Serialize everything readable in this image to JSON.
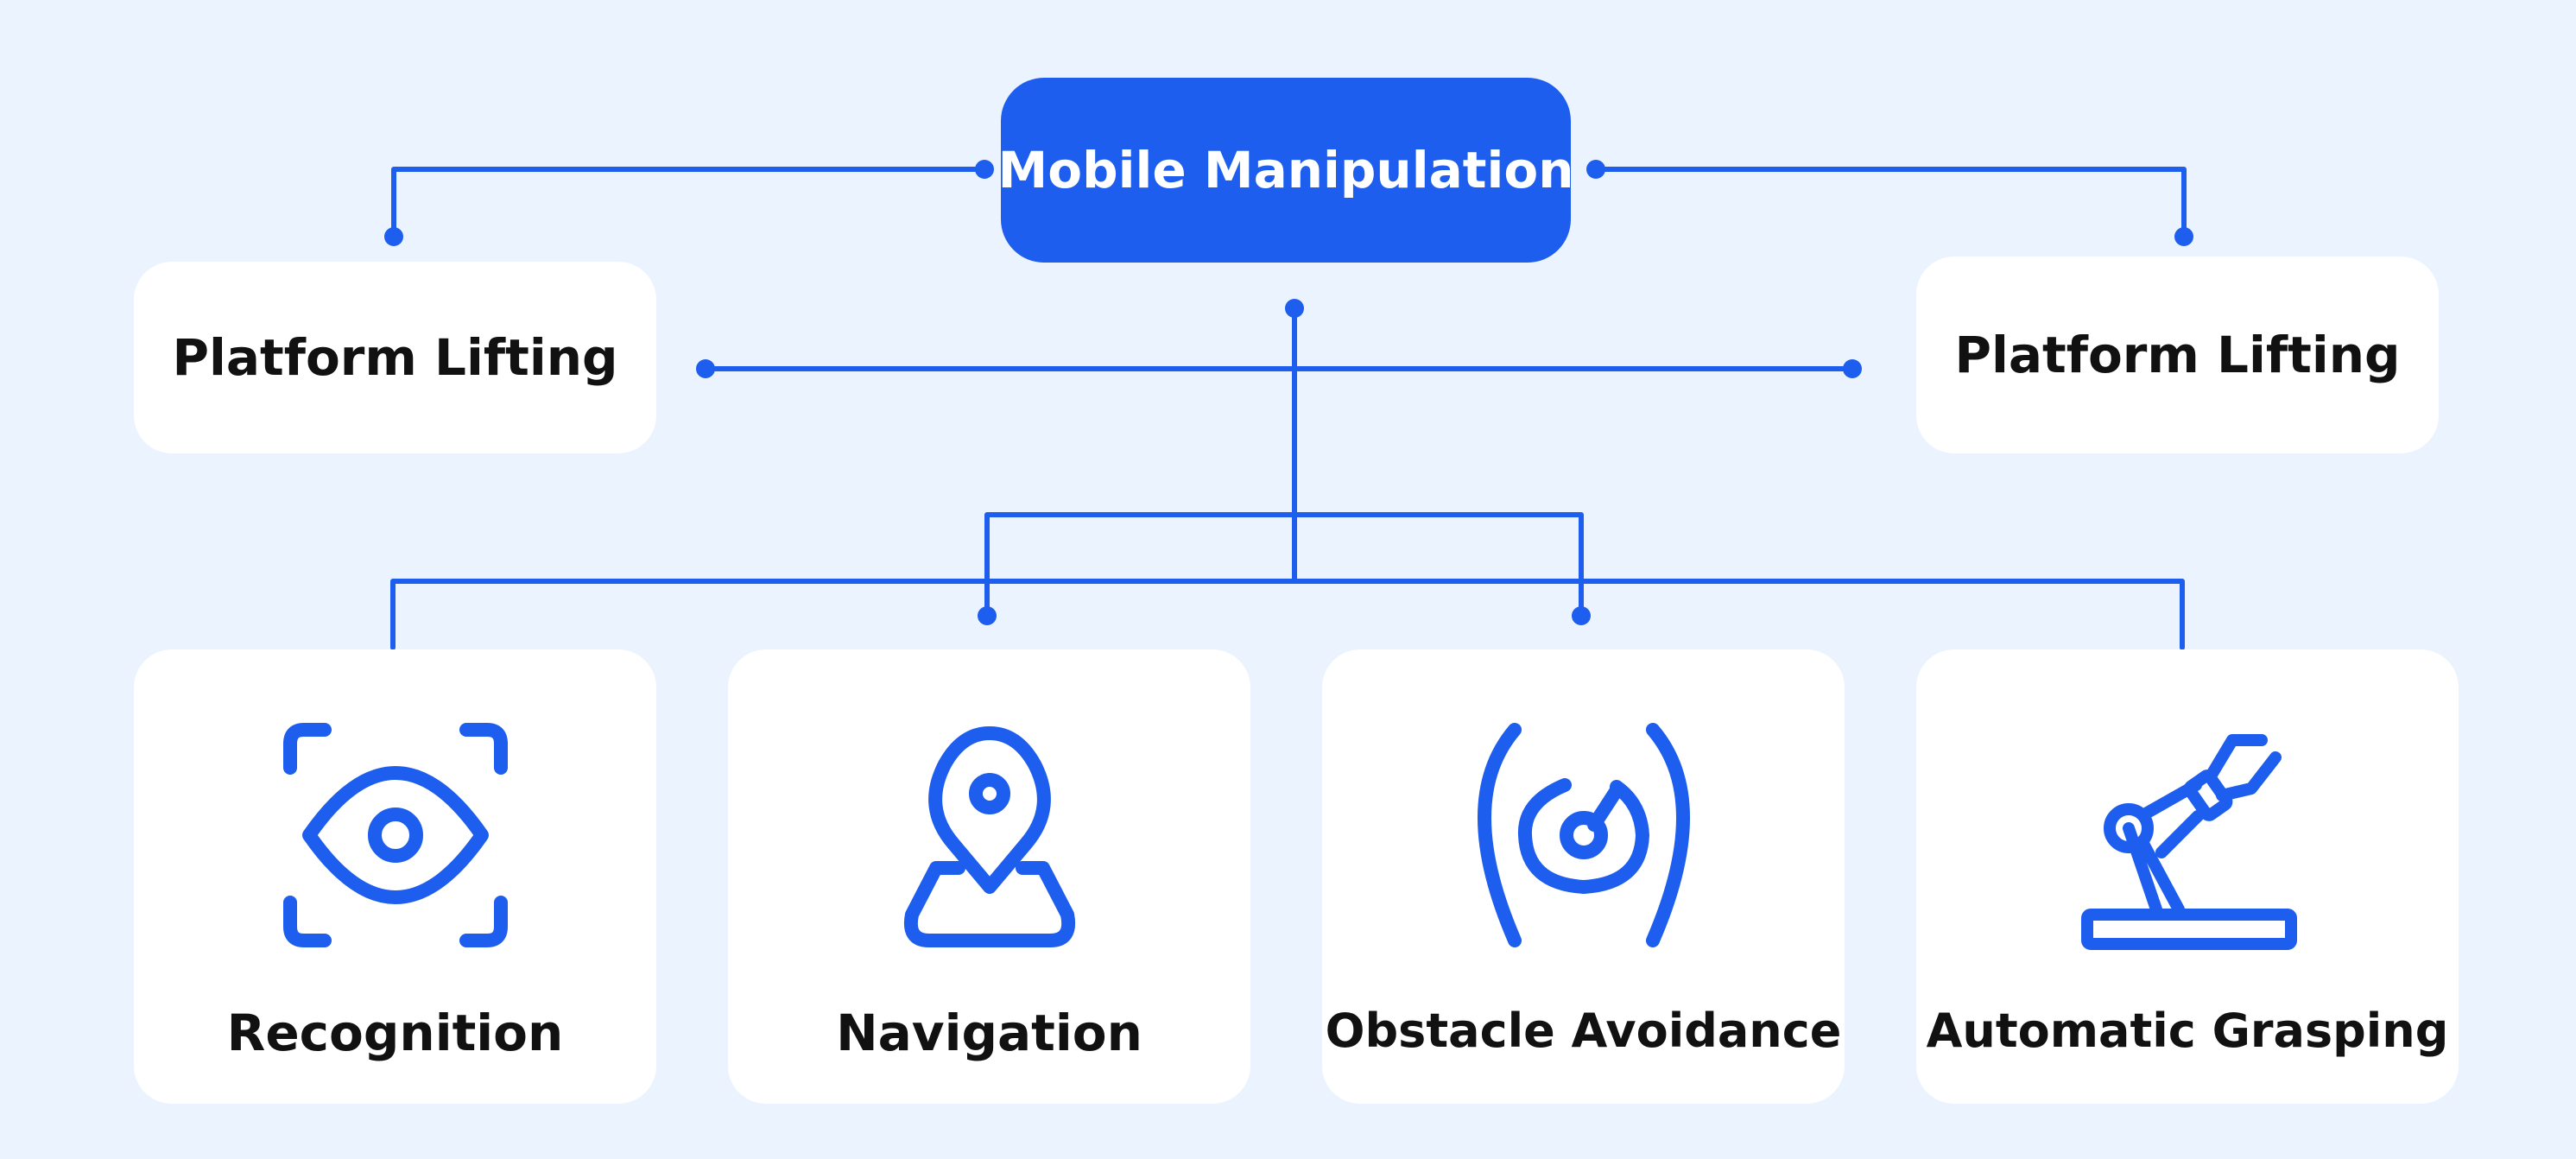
{
  "root": {
    "label": "Mobile Manipulation"
  },
  "side_nodes": [
    {
      "label": "Platform Lifting"
    },
    {
      "label": "Platform Lifting"
    }
  ],
  "capabilities": [
    {
      "label": "Recognition",
      "icon": "eye-scan-icon"
    },
    {
      "label": "Navigation",
      "icon": "map-pin-icon"
    },
    {
      "label": "Obstacle Avoidance",
      "icon": "radar-icon"
    },
    {
      "label": "Automatic Grasping",
      "icon": "robot-arm-icon"
    }
  ],
  "colors": {
    "accent": "#1e5eee",
    "background": "#ebf3fe",
    "card": "#ffffff",
    "text": "#111111"
  }
}
